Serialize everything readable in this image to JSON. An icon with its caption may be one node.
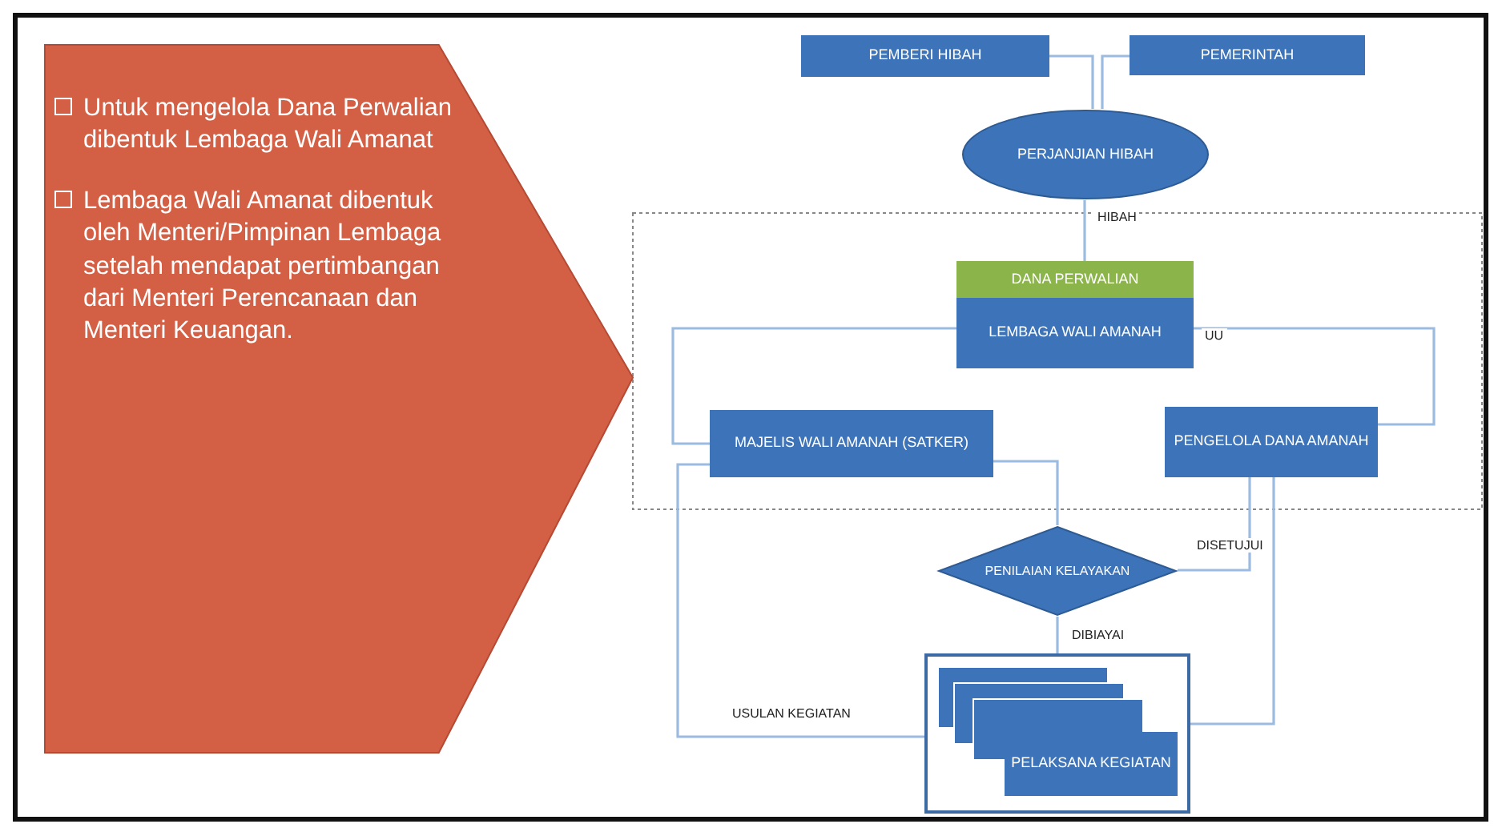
{
  "diagram": {
    "nodes": [
      {
        "text": [
          "Untuk mengelola Dana Perwalian dibentuk Lembaga Wali Amanat",
          "Lembaga Wali Amanat dibentuk oleh Menteri/Pimpinan Lembaga setelah mendapat pertimbangan dari Menteri  Perencanaan dan Menteri Keuangan."
        ]
      },
      {
        "text": [
          "PEMBERI HIBAH"
        ]
      },
      {
        "text": [
          "PEMERINTAH"
        ]
      },
      {
        "text": [
          "PERJANJIAN HIBAH"
        ]
      },
      {
        "text": [
          "DANA PERWALIAN"
        ]
      },
      {
        "text": [
          "LEMBAGA WALI AMANAH"
        ]
      },
      {
        "text": [
          "MAJELIS WALI AMANAH (SATKER)"
        ]
      },
      {
        "text": [
          "PENGELOLA DANA AMANAH"
        ]
      },
      {
        "text": [
          "PENILAIAN KELAYAKAN"
        ]
      },
      {
        "text": [],
        "shape": "box"
      },
      {
        "text": [
          "PELAKSANA KEGIATAN"
        ],
        "in": 9
      }
    ],
    "edges": [
      {
        "from": 1,
        "to": 3,
        "arrow": "none"
      },
      {
        "from": 2,
        "to": 3,
        "arrow": "none"
      },
      {
        "from": 3,
        "to": 4,
        "arrow": "none",
        "label": "HIBAH"
      },
      {
        "from": 5,
        "to": 6,
        "arrow": "none"
      },
      {
        "from": 5,
        "to": 7,
        "arrow": "none"
      },
      {
        "from": 6,
        "to": 8,
        "arrow": "none"
      },
      {
        "from": 7,
        "to": 8,
        "arrow": "none",
        "label": "DISETUJUI"
      },
      {
        "from": 7,
        "to": 9,
        "arrow": "none"
      },
      {
        "from": 8,
        "to": 9,
        "arrow": "none",
        "label": "DIBIAYAI"
      },
      {
        "from": 9,
        "to": 6,
        "arrow": "none",
        "label": "USULAN KEGIATAN"
      }
    ],
    "labels": [
      "UU"
    ]
  }
}
